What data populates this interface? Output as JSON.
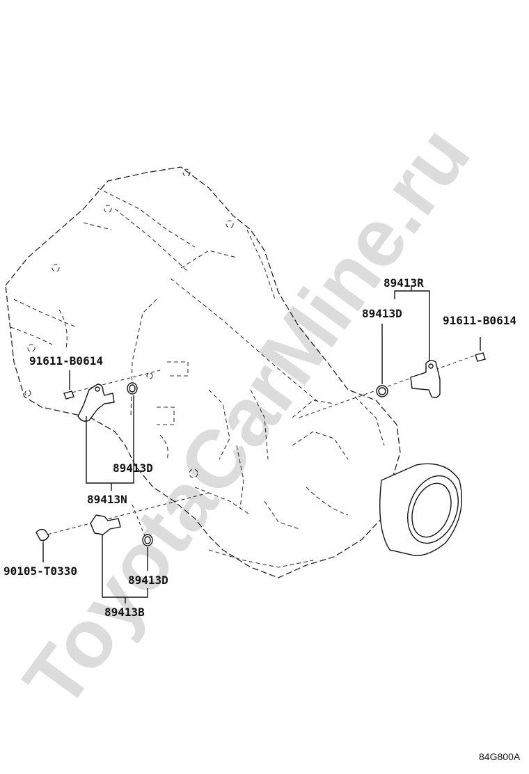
{
  "watermark": "ToyotaCarMine.ru",
  "diagram_code": "84G800A",
  "labels": {
    "r_sensor": "89413R",
    "d_ring_right": "89413D",
    "bolt_right": "91611-B0614",
    "bolt_left": "91611-B0614",
    "d_ring_mid": "89413D",
    "n_sensor": "89413N",
    "bolt_lower": "90105-T0330",
    "d_ring_lower": "89413D",
    "b_sensor": "89413B"
  }
}
